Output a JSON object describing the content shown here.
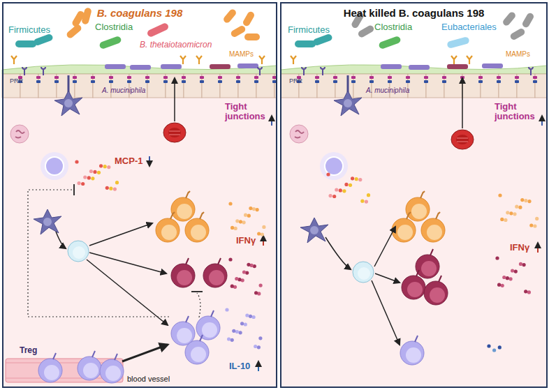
{
  "diagram": {
    "nodes": [
      {
        "text": [
          "B. coagulans 198"
        ]
      },
      {
        "text": [
          "Heat killed B. coagulans 198"
        ]
      }
    ],
    "labels": [
      "Firmicutes",
      "Clostridia",
      "B. thetaiotaomicron",
      "MAMPs",
      "PRR",
      "A. muciniphila",
      "Tight junctions",
      "MCP-1",
      "IFNγ",
      "IL-10",
      "Treg",
      "blood vessel",
      "Firmicutes",
      "Clostridia",
      "Eubacteriales",
      "MAMPs",
      "PRR",
      "A. muciniphila",
      "Tight junctions",
      "IFNγ"
    ]
  }
}
